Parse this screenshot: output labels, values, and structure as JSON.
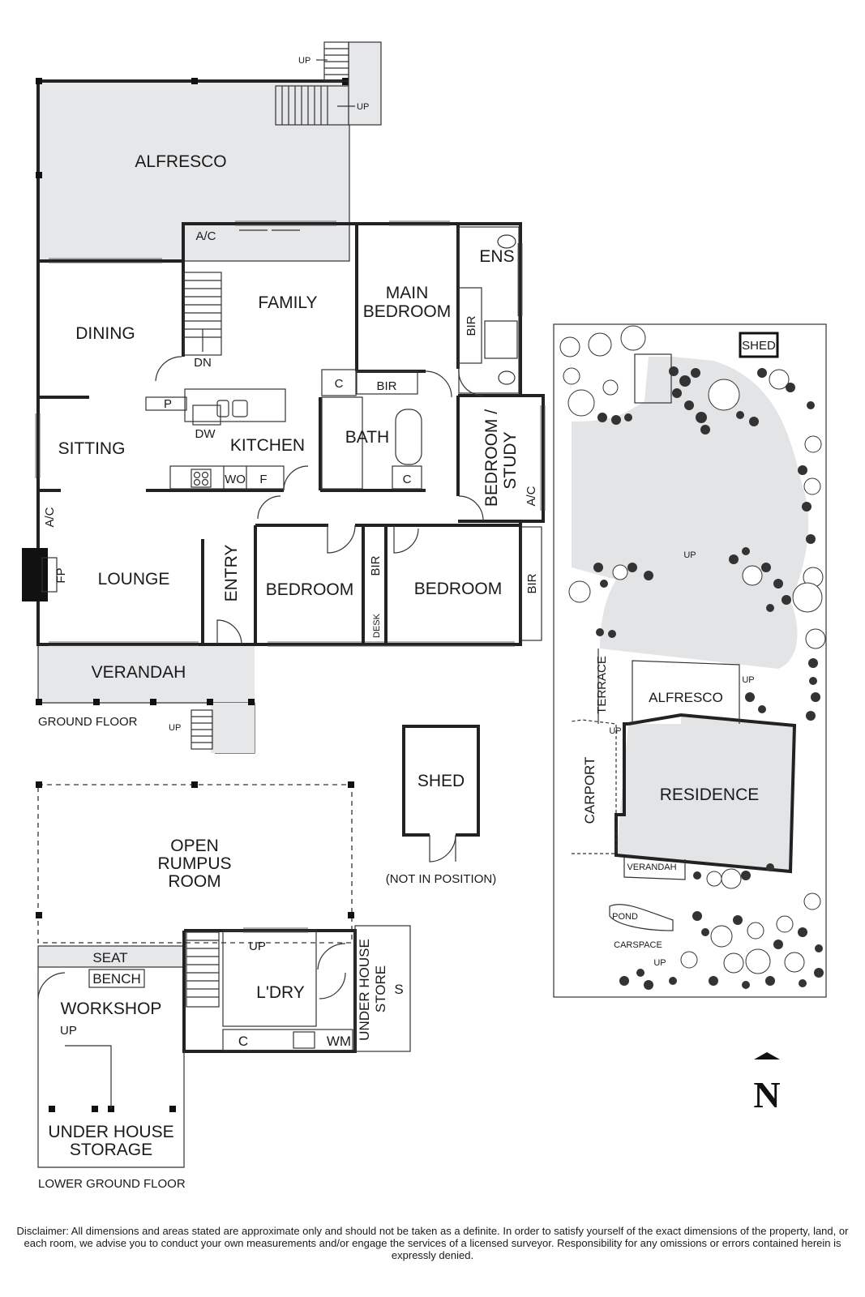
{
  "ground_floor": {
    "title": "GROUND FLOOR",
    "rooms": {
      "alfresco": "ALFRESCO",
      "family": "FAMILY",
      "dining": "DINING",
      "sitting": "SITTING",
      "kitchen": "KITCHEN",
      "lounge": "LOUNGE",
      "entry": "ENTRY",
      "main_bedroom_1": "MAIN",
      "main_bedroom_2": "BEDROOM",
      "ens": "ENS",
      "bath": "BATH",
      "bedroom_study_1": "BEDROOM /",
      "bedroom_study_2": "STUDY",
      "bedroom_1": "BEDROOM",
      "bedroom_2": "BEDROOM",
      "verandah": "VERANDAH"
    },
    "fixtures": {
      "ac_top": "A/C",
      "ac_left": "A/C",
      "ac_study": "A/C",
      "dn": "DN",
      "p": "P",
      "dw": "DW",
      "wo": "WO",
      "f": "F",
      "c1": "C",
      "c2": "C",
      "bir_main": "BIR",
      "bir_hall": "BIR",
      "bir_bed1": "BIR",
      "bir_bed2": "BIR",
      "desk": "DESK",
      "fp": "FP",
      "up1": "UP",
      "up2": "UP",
      "up3": "UP"
    }
  },
  "lower_floor": {
    "title": "LOWER GROUND FLOOR",
    "rooms": {
      "rumpus_1": "OPEN",
      "rumpus_2": "RUMPUS",
      "rumpus_3": "ROOM",
      "seat": "SEAT",
      "bench": "BENCH",
      "workshop": "WORKSHOP",
      "laundry": "L'DRY",
      "under_store_1": "UNDER HOUSE",
      "under_store_2": "STORE",
      "under_storage_1": "UNDER HOUSE",
      "under_storage_2": "STORAGE"
    },
    "fixtures": {
      "up_a": "UP",
      "up_b": "UP",
      "c": "C",
      "wm": "WM",
      "s": "S"
    }
  },
  "shed": {
    "label": "SHED",
    "note": "(NOT IN POSITION)"
  },
  "site": {
    "shed": "SHED",
    "terrace": "TERRACE",
    "alfresco": "ALFRESCO",
    "carport": "CARPORT",
    "residence": "RESIDENCE",
    "verandah": "VERANDAH",
    "pond": "POND",
    "carspace": "CARSPACE",
    "up_a": "UP",
    "up_b": "UP",
    "up_c": "UP",
    "up_d": "UP"
  },
  "north": "N",
  "disclaimer": "Disclaimer: All dimensions and areas stated are approximate only and should not be taken as a definite. In order to satisfy yourself of the exact dimensions of the property, land, or each room, we advise you to conduct your own measurements and/or engage the services of a licensed surveyor. Responsibility for any omissions or errors contained herein is expressly denied."
}
